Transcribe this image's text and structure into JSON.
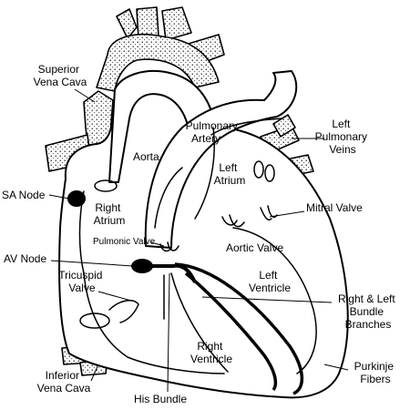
{
  "labels": {
    "superior_vena_cava": [
      "Superior",
      "Vena Cava"
    ],
    "aorta": "Aorta",
    "pulmonary_artery": [
      "Pulmonary",
      "Artery"
    ],
    "left_pulmonary_veins": [
      "Left",
      "Pulmonary",
      "Veins"
    ],
    "sa_node": "SA Node",
    "right_atrium": [
      "Right",
      "Atrium"
    ],
    "left_atrium": [
      "Left",
      "Atrium"
    ],
    "mitral_valve": "Mitral Valve",
    "pulmonic_valve": "Pulmonic Valve",
    "aortic_valve": "Aortic Valve",
    "av_node": "AV Node",
    "left_ventricle": [
      "Left",
      "Ventricle"
    ],
    "tricuspid_valve": [
      "Tricuspid",
      "Valve"
    ],
    "bundle_branches": [
      "Right & Left",
      "Bundle",
      "Branches"
    ],
    "right_ventricle": [
      "Right",
      "Ventricle"
    ],
    "inferior_vena_cava": [
      "Inferior",
      "Vena Cava"
    ],
    "purkinje_fibers": [
      "Purkinje",
      "Fibers"
    ],
    "his_bundle": "His Bundle"
  }
}
